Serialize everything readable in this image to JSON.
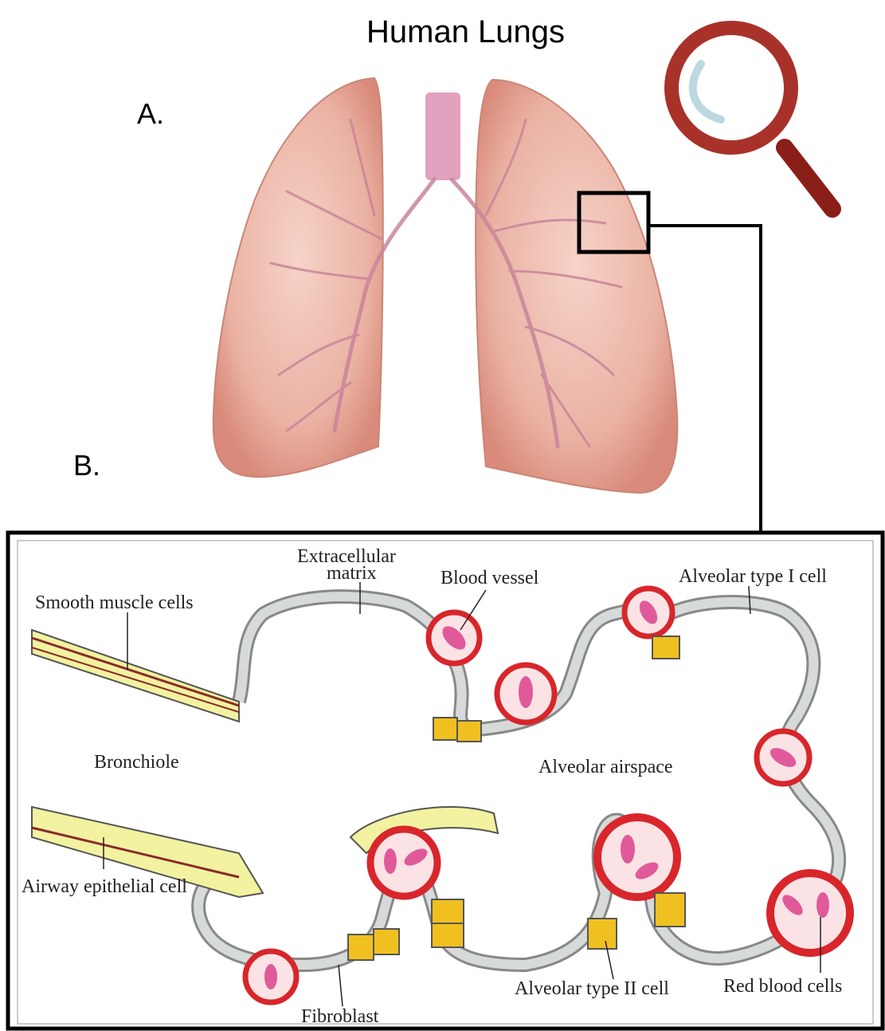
{
  "title": "Human Lungs",
  "panel_a_label": "A.",
  "panel_b_label": "B.",
  "labels": {
    "extracellular_matrix_line1": "Extracellular",
    "extracellular_matrix_line2": "matrix",
    "blood_vessel": "Blood vessel",
    "alveolar_type_1": "Alveolar type I cell",
    "smooth_muscle": "Smooth muscle cells",
    "bronchiole": "Bronchiole",
    "alveolar_airspace": "Alveolar airspace",
    "airway_epithelial": "Airway epithelial cell",
    "alveolar_type_2": "Alveolar type II cell",
    "red_blood_cells": "Red blood cells",
    "fibroblast": "Fibroblast"
  },
  "colors": {
    "lung_tissue": "#e8a99a",
    "airway": "#d98aa8",
    "magnifier_frame": "#a8322a",
    "callout_box": "#000000",
    "membrane": "#cfd4d4",
    "blood_vessel_wall": "#d8262b",
    "blood_vessel_fill": "#fbe3e5",
    "red_blood_cell": "#e05a9a",
    "epithelial_cell": "#f2f2a0",
    "type2_cell": "#f0c020"
  },
  "icons": {
    "magnifier": "magnifying-glass-icon"
  }
}
